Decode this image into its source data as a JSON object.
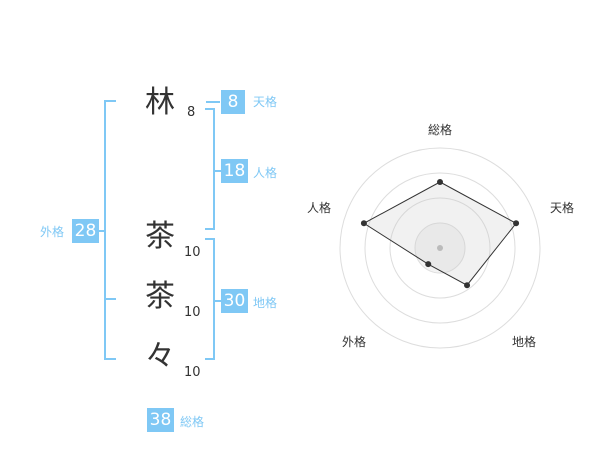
{
  "characters": [
    {
      "char": "林",
      "strokes": "8"
    },
    {
      "char": "茶",
      "strokes": "10"
    },
    {
      "char": "茶",
      "strokes": "10"
    },
    {
      "char": "々",
      "strokes": "10"
    }
  ],
  "kakusu": {
    "tenkaku": {
      "value": "8",
      "label": "天格"
    },
    "jinkaku": {
      "value": "18",
      "label": "人格"
    },
    "chikaku": {
      "value": "30",
      "label": "地格"
    },
    "gaikaku": {
      "value": "28",
      "label": "外格"
    },
    "soukaku": {
      "value": "38",
      "label": "総格"
    }
  },
  "colors": {
    "accent": "#7fc8f5",
    "text": "#333333",
    "grid": "#dddddd",
    "fill": "#eeeeee"
  },
  "chart_data": {
    "type": "radar",
    "axes": [
      "総格",
      "天格",
      "地格",
      "外格",
      "人格"
    ],
    "values": [
      0.66,
      0.8,
      0.46,
      0.2,
      0.8
    ],
    "rmax": 1,
    "rings": 4
  }
}
